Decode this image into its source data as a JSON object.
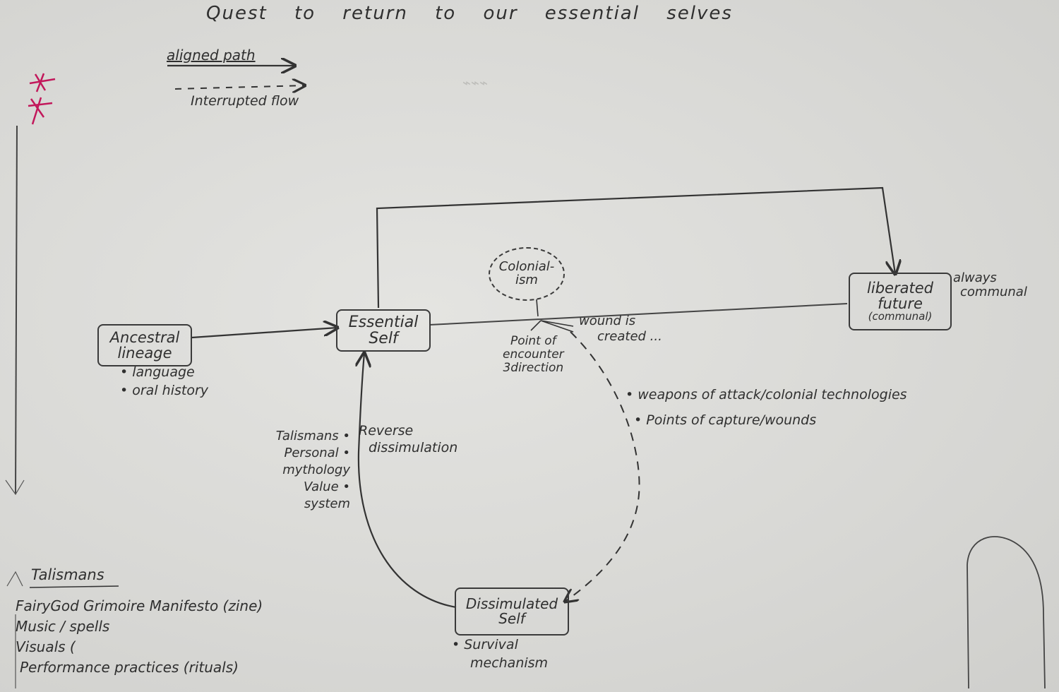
{
  "title": "Quest to return to our essential selves",
  "legend": {
    "aligned_path": "aligned path",
    "interrupted_flow": "Interrupted flow"
  },
  "nodes": {
    "ancestral_lineage": {
      "line1": "Ancestral",
      "line2": "lineage"
    },
    "essential_self": {
      "line1": "Essential",
      "line2": "Self"
    },
    "colonialism": {
      "line1": "Colonial-",
      "line2": "ism"
    },
    "liberated_future": {
      "line1": "liberated",
      "line2": "future",
      "line3": "(communal)"
    },
    "dissimulated_self": {
      "line1": "Dissimulated",
      "line2": "Self"
    }
  },
  "ancestral_notes": [
    "language",
    "oral history"
  ],
  "always_communal": {
    "line1": "always",
    "line2": "communal"
  },
  "wound": {
    "line1": "wound is",
    "line2": "created ..."
  },
  "point_of_encounter": {
    "line1": "Point of",
    "line2": "encounter",
    "line3": "3direction"
  },
  "weapons": [
    "weapons of attack/colonial technologies",
    "Points of capture/wounds"
  ],
  "reverse": {
    "line1": "Reverse",
    "line2": "dissimulation"
  },
  "talismans_side": [
    "Talismans",
    "Personal",
    "mythology",
    "Value",
    "system"
  ],
  "survival": {
    "line1": "Survival",
    "line2": "mechanism"
  },
  "talismans_list": {
    "heading": "Talismans",
    "items": [
      "FairyGod Grimoire Manifesto (zine)",
      "Music / spells",
      "Visuals (",
      "Performance practices (rituals)"
    ]
  }
}
